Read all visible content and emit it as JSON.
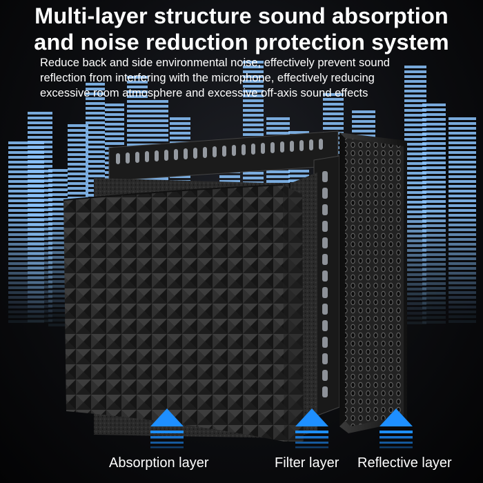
{
  "header": {
    "title_lines": [
      "Multi-layer structure sound absorption",
      "and noise reduction protection system"
    ],
    "description_lines": [
      "Reduce back and side environmental noise, effectively prevent sound",
      "reflection from interfering with the microphone, effectively reducing",
      "excessive room atmosphere and excessive off-axis sound effects"
    ]
  },
  "layers": [
    {
      "label": "Absorption layer",
      "icon": "arrow-up-icon"
    },
    {
      "label": "Filter layer",
      "icon": "arrow-up-icon"
    },
    {
      "label": "Reflective layer",
      "icon": "arrow-up-icon"
    }
  ],
  "colors": {
    "accent_blue": "#1e8fff",
    "equalizer_blue": "#8cc6ff",
    "foam": "#2b2b2b",
    "metal_panel": "#1a1a1a"
  }
}
